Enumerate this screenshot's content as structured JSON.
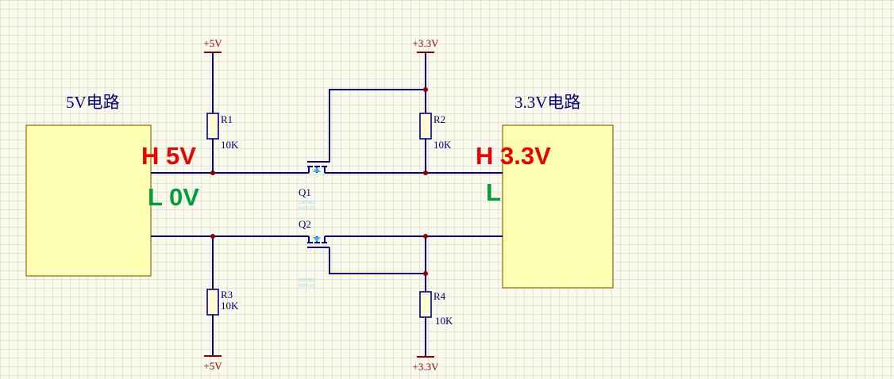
{
  "colors": {
    "background": "#FAF9EE",
    "grid_line": "#E3E0CF",
    "wire": "#00008B",
    "power_net": "#8B0000",
    "component_fill": "#FDFAD2",
    "block_fill": "#FFFFB3",
    "block_border": "#8F6A00",
    "label_navy": "#000080",
    "annotation_red": "#EE0000",
    "annotation_green": "#00A033",
    "part_text_cyan": "#8ED6E8"
  },
  "blocks": {
    "left_label": "5V电路",
    "right_label": "3.3V电路"
  },
  "power_ports": {
    "top_left": "+5V",
    "top_right": "+3.3V",
    "bottom_left": "+5V",
    "bottom_right": "+3.3V"
  },
  "resistors": [
    {
      "ref": "R1",
      "value": "10K"
    },
    {
      "ref": "R2",
      "value": "10K"
    },
    {
      "ref": "R3",
      "value": "10K"
    },
    {
      "ref": "R4",
      "value": "10K"
    }
  ],
  "transistors": [
    {
      "ref": "Q1",
      "part": "2N7002",
      "package": "SOT-23"
    },
    {
      "ref": "Q2",
      "part": "2N7002",
      "package": "SOT-23"
    }
  ],
  "annotations": {
    "left_high": "H 5V",
    "left_low": "L 0V",
    "right_high": "H 3.3V",
    "right_low": "L"
  }
}
